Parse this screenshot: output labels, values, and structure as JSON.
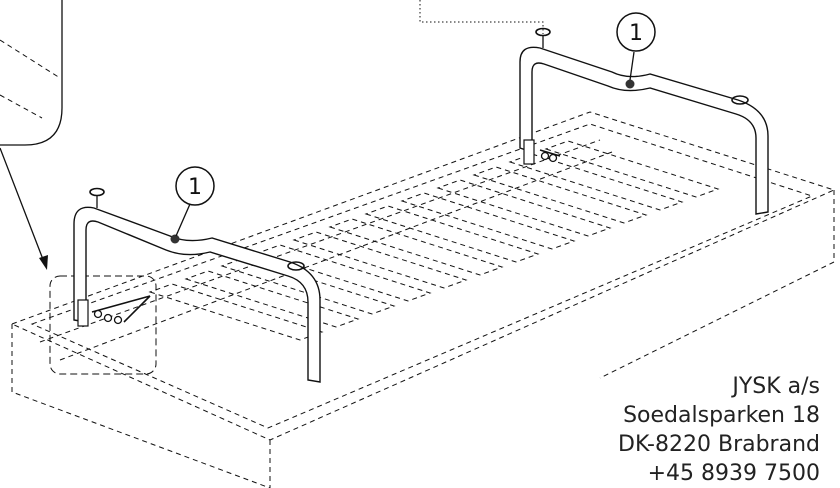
{
  "callouts": [
    {
      "id": "callout-left",
      "label": "1"
    },
    {
      "id": "callout-right",
      "label": "1"
    }
  ],
  "address": {
    "company": "JYSK a/s",
    "street": "Soedalsparken 18",
    "city": "DK-8220 Brabrand",
    "phone": "+45 8939 7500"
  }
}
